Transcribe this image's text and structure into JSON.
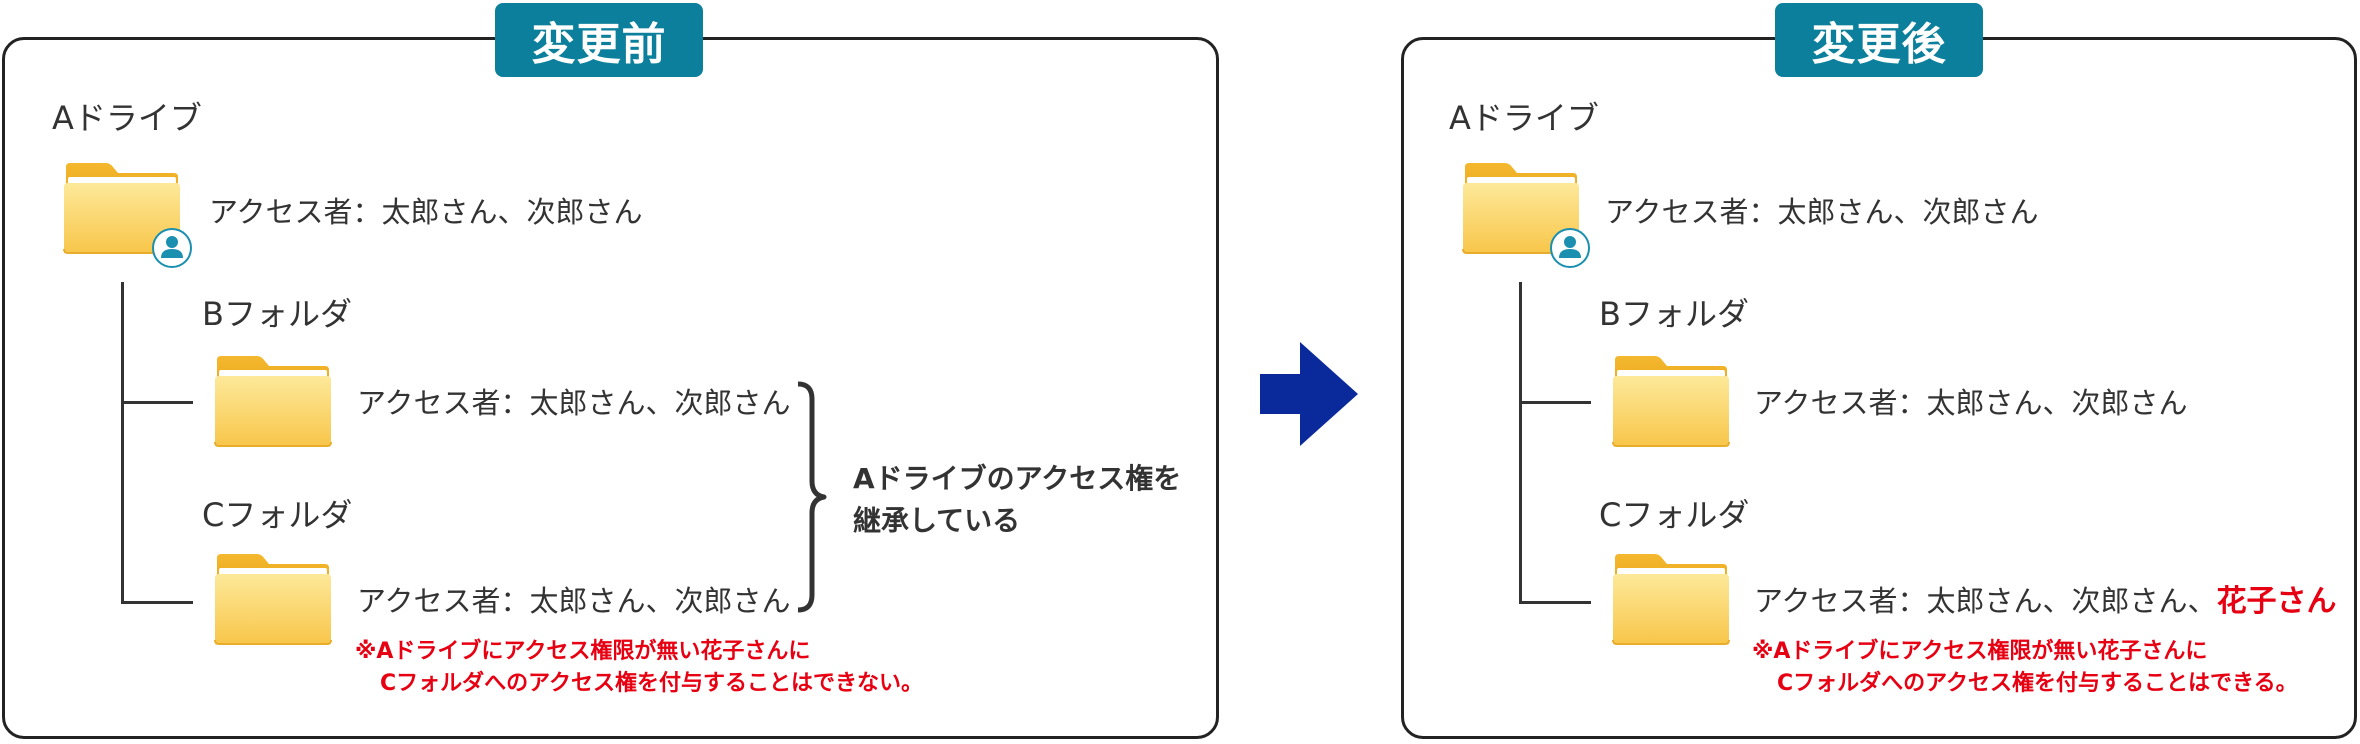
{
  "before": {
    "title": "変更前",
    "drive_label": "Aドライブ",
    "drive_access": "アクセス者：太郎さん、次郎さん",
    "folder_b_label": "Bフォルダ",
    "folder_b_access": "アクセス者：太郎さん、次郎さん",
    "folder_c_label": "Cフォルダ",
    "folder_c_access": "アクセス者：太郎さん、次郎さん",
    "brace_text_line1": "Aドライブのアクセス権を",
    "brace_text_line2": "継承している",
    "note_line1": "※Aドライブにアクセス権限が無い花子さんに",
    "note_line2": "Cフォルダへのアクセス権を付与することはできない。"
  },
  "after": {
    "title": "変更後",
    "drive_label": "Aドライブ",
    "drive_access": "アクセス者：太郎さん、次郎さん",
    "folder_b_label": "Bフォルダ",
    "folder_b_access": "アクセス者：太郎さん、次郎さん",
    "folder_c_label": "Cフォルダ",
    "folder_c_access": "アクセス者：太郎さん、次郎さん、",
    "folder_c_added_user": "花子さん",
    "note_line1": "※Aドライブにアクセス権限が無い花子さんに",
    "note_line2": "Cフォルダへのアクセス権を付与することはできる。"
  },
  "colors": {
    "header_bg": "#0b7f9b",
    "arrow": "#0a2a9b",
    "accent_red": "#e60012",
    "folder_yellow": "#f7c948",
    "user_badge": "#1b8fb0"
  },
  "icons": {
    "drive": "shared-folder-icon",
    "folder": "folder-icon",
    "user_badge": "user-icon",
    "arrow": "right-arrow-icon",
    "brace": "right-brace-icon"
  }
}
